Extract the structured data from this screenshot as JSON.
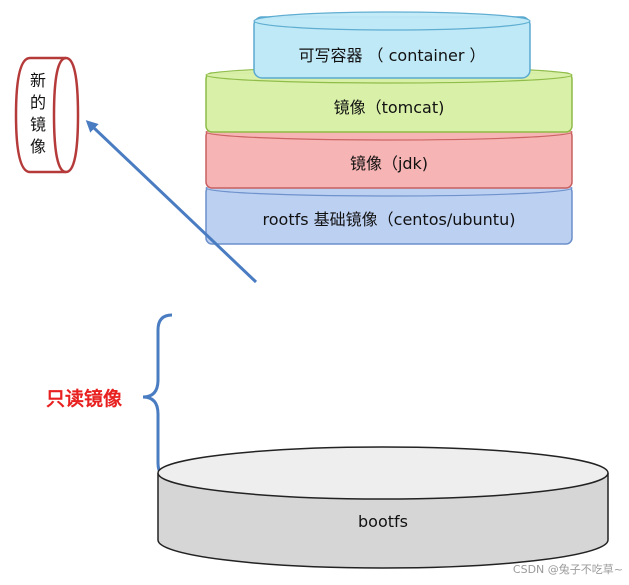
{
  "layers": [
    {
      "label": "可写容器 （ container ）",
      "fill": "#bfe9f7",
      "stroke": "#5aaad0"
    },
    {
      "label": "镜像（tomcat)",
      "fill": "#d9f0a8",
      "stroke": "#8dbb46"
    },
    {
      "label": "镜像（jdk)",
      "fill": "#f7b4b4",
      "stroke": "#c96060"
    },
    {
      "label": "rootfs 基础镜像（centos/ubuntu)",
      "fill": "#bcd0f2",
      "stroke": "#6b8fcb"
    }
  ],
  "new_image_chars": [
    "新",
    "的",
    "镜",
    "像"
  ],
  "new_image_color": "#b53a3a",
  "readonly_label": "只读镜像",
  "readonly_color": "#e82020",
  "brace_color": "#4a7cc2",
  "arrow_color": "#4a7cc2",
  "bootfs": {
    "label": "bootfs",
    "fill": "#d6d6d6",
    "stroke": "#222222"
  },
  "watermark": "CSDN @兔子不吃草~"
}
